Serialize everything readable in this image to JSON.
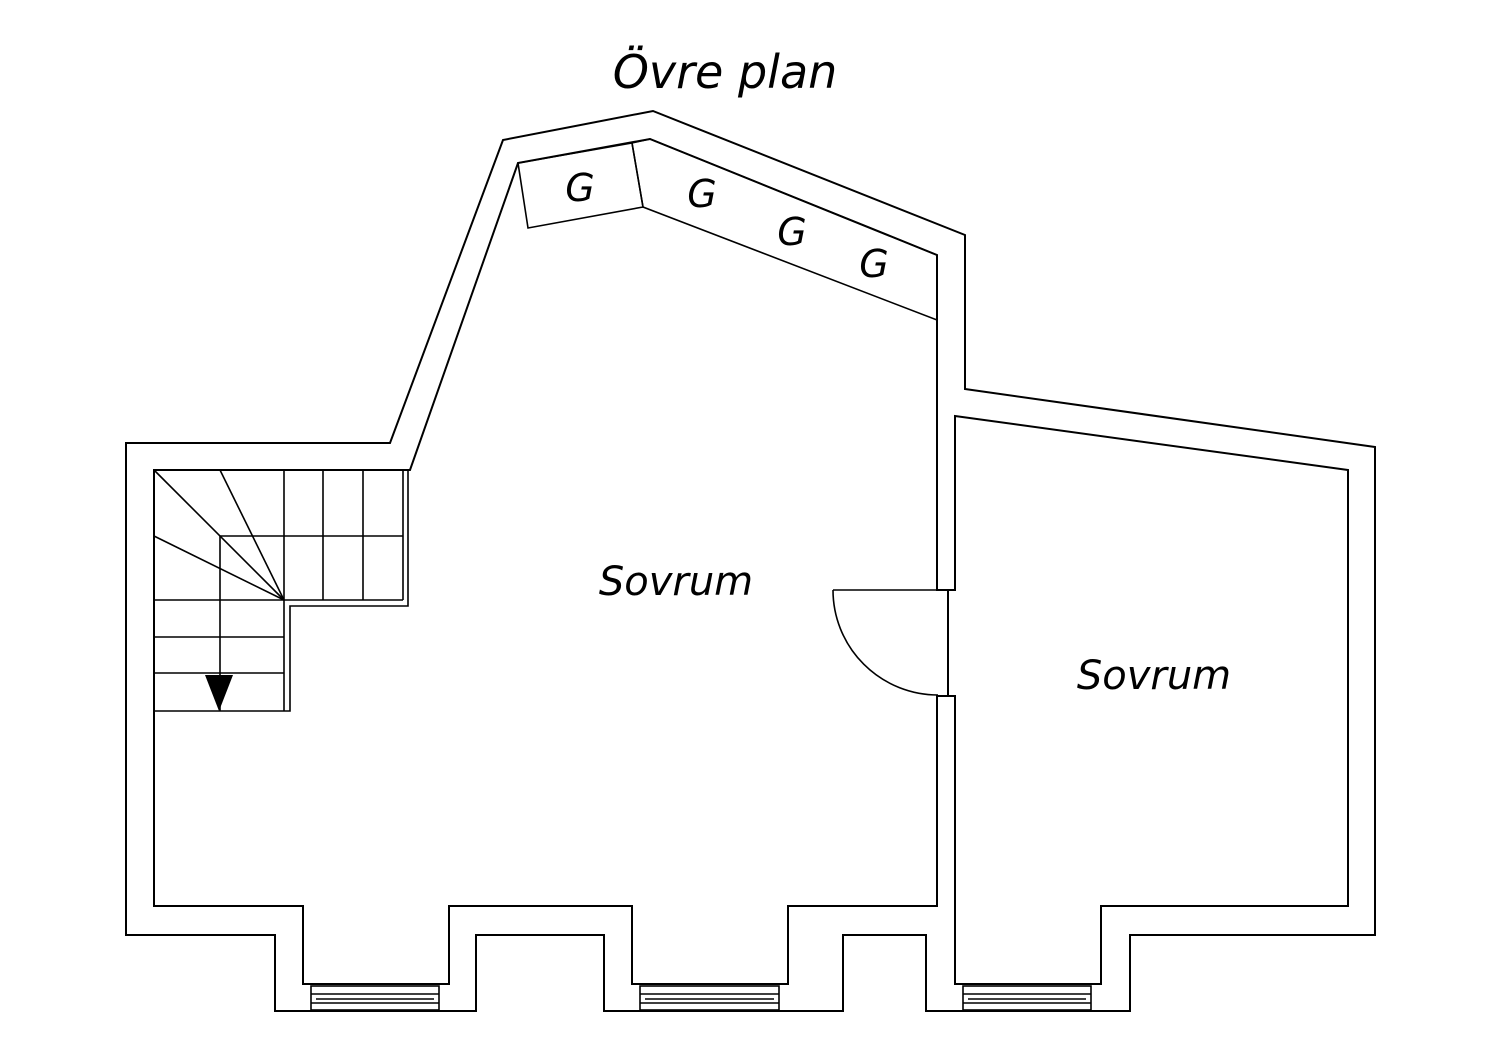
{
  "title": "Övre plan",
  "rooms": [
    {
      "label": "Sovrum"
    },
    {
      "label": "Sovrum"
    }
  ],
  "wardrobes": [
    {
      "label": "G"
    },
    {
      "label": "G"
    },
    {
      "label": "G"
    },
    {
      "label": "G"
    }
  ],
  "colors": {
    "line": "#000000",
    "background": "#ffffff"
  }
}
